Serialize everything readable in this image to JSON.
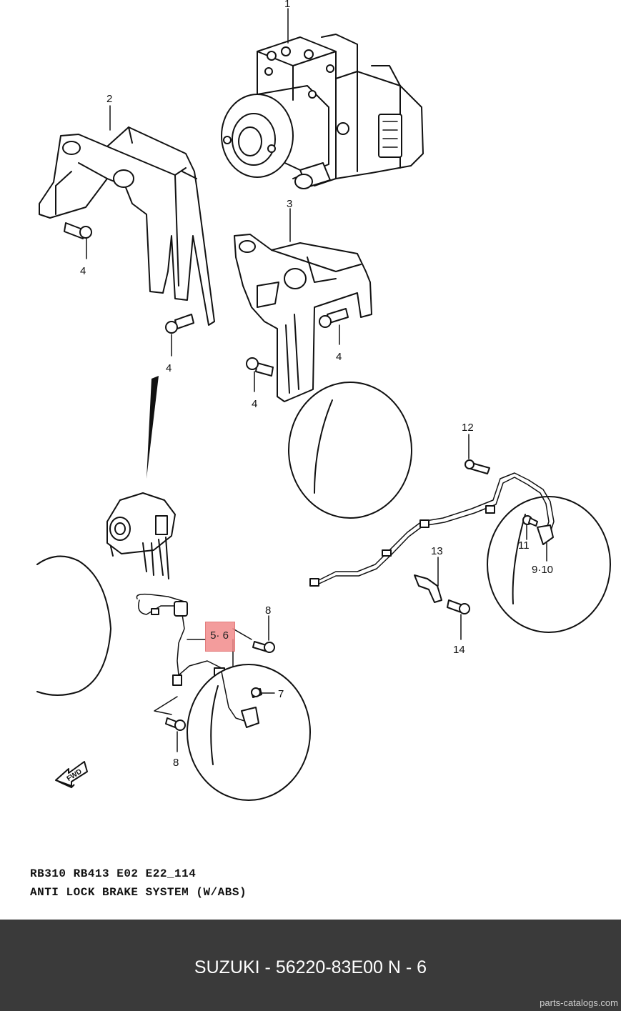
{
  "diagram": {
    "callouts": {
      "c1": "1",
      "c2": "2",
      "c3": "3",
      "c4a": "4",
      "c4b": "4",
      "c4c": "4",
      "c4d": "4",
      "c7": "7",
      "c8a": "8",
      "c8b": "8",
      "c910": "9·10",
      "c11": "11",
      "c12": "12",
      "c13": "13",
      "c14": "14"
    },
    "highlight_label": "5· 6",
    "highlight_color": "#f28b8b",
    "fwd_label": "FWD"
  },
  "caption": {
    "line1": "RB310  RB413  E02  E22_114",
    "line2": "ANTI LOCK BRAKE SYSTEM (W/ABS)"
  },
  "footer": {
    "title": "SUZUKI - 56220-83E00   N - 6",
    "watermark": "parts-catalogs.com",
    "background": "#3a3a3a"
  }
}
